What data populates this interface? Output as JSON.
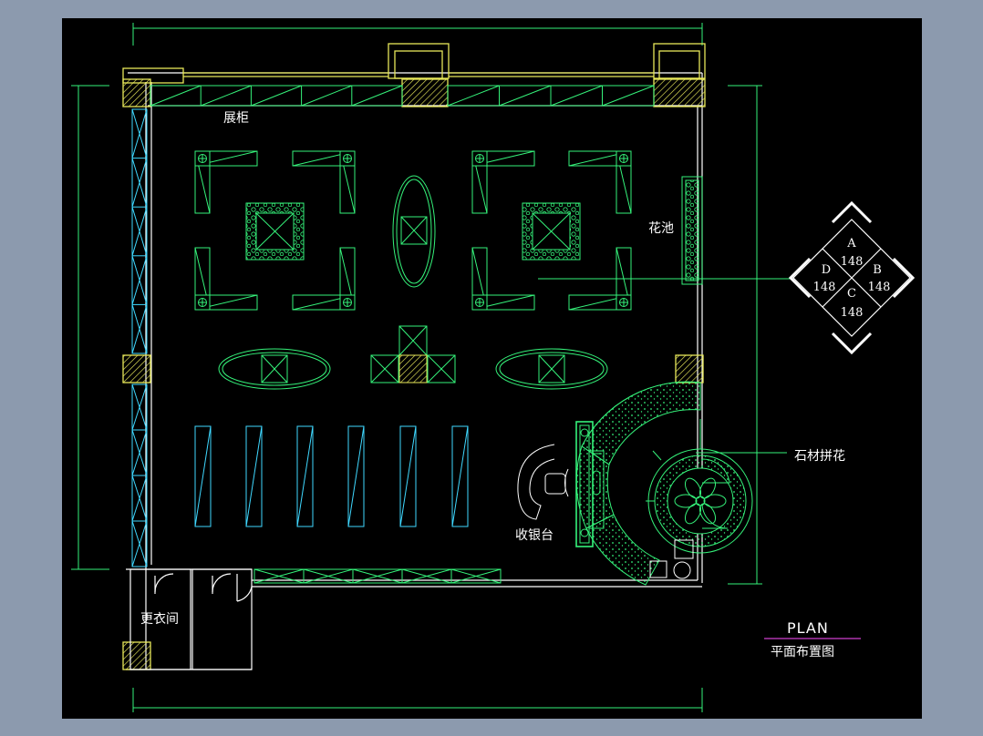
{
  "labels": {
    "display_cabinet": "展柜",
    "flower_bed": "花池",
    "stone_mosaic": "石材拼花",
    "cashier": "收银台",
    "changing_room": "更衣间"
  },
  "title_block": {
    "title": "PLAN",
    "subtitle": "平面布置图"
  },
  "section_marker": {
    "letters": {
      "a": "A",
      "b": "B",
      "c": "C",
      "d": "D"
    },
    "values": {
      "top": "148",
      "left": "148",
      "right": "148",
      "bottom": "148"
    }
  },
  "colors": {
    "background": "#000000",
    "frame": "#8c9aae",
    "walls": "#ffffff",
    "columns": "#e8e85a",
    "fixtures": "#35f27a",
    "dimension_lines": "#35f27a",
    "cyan_cabinets": "#3fd8ff",
    "title_underline": "#d040d0"
  }
}
